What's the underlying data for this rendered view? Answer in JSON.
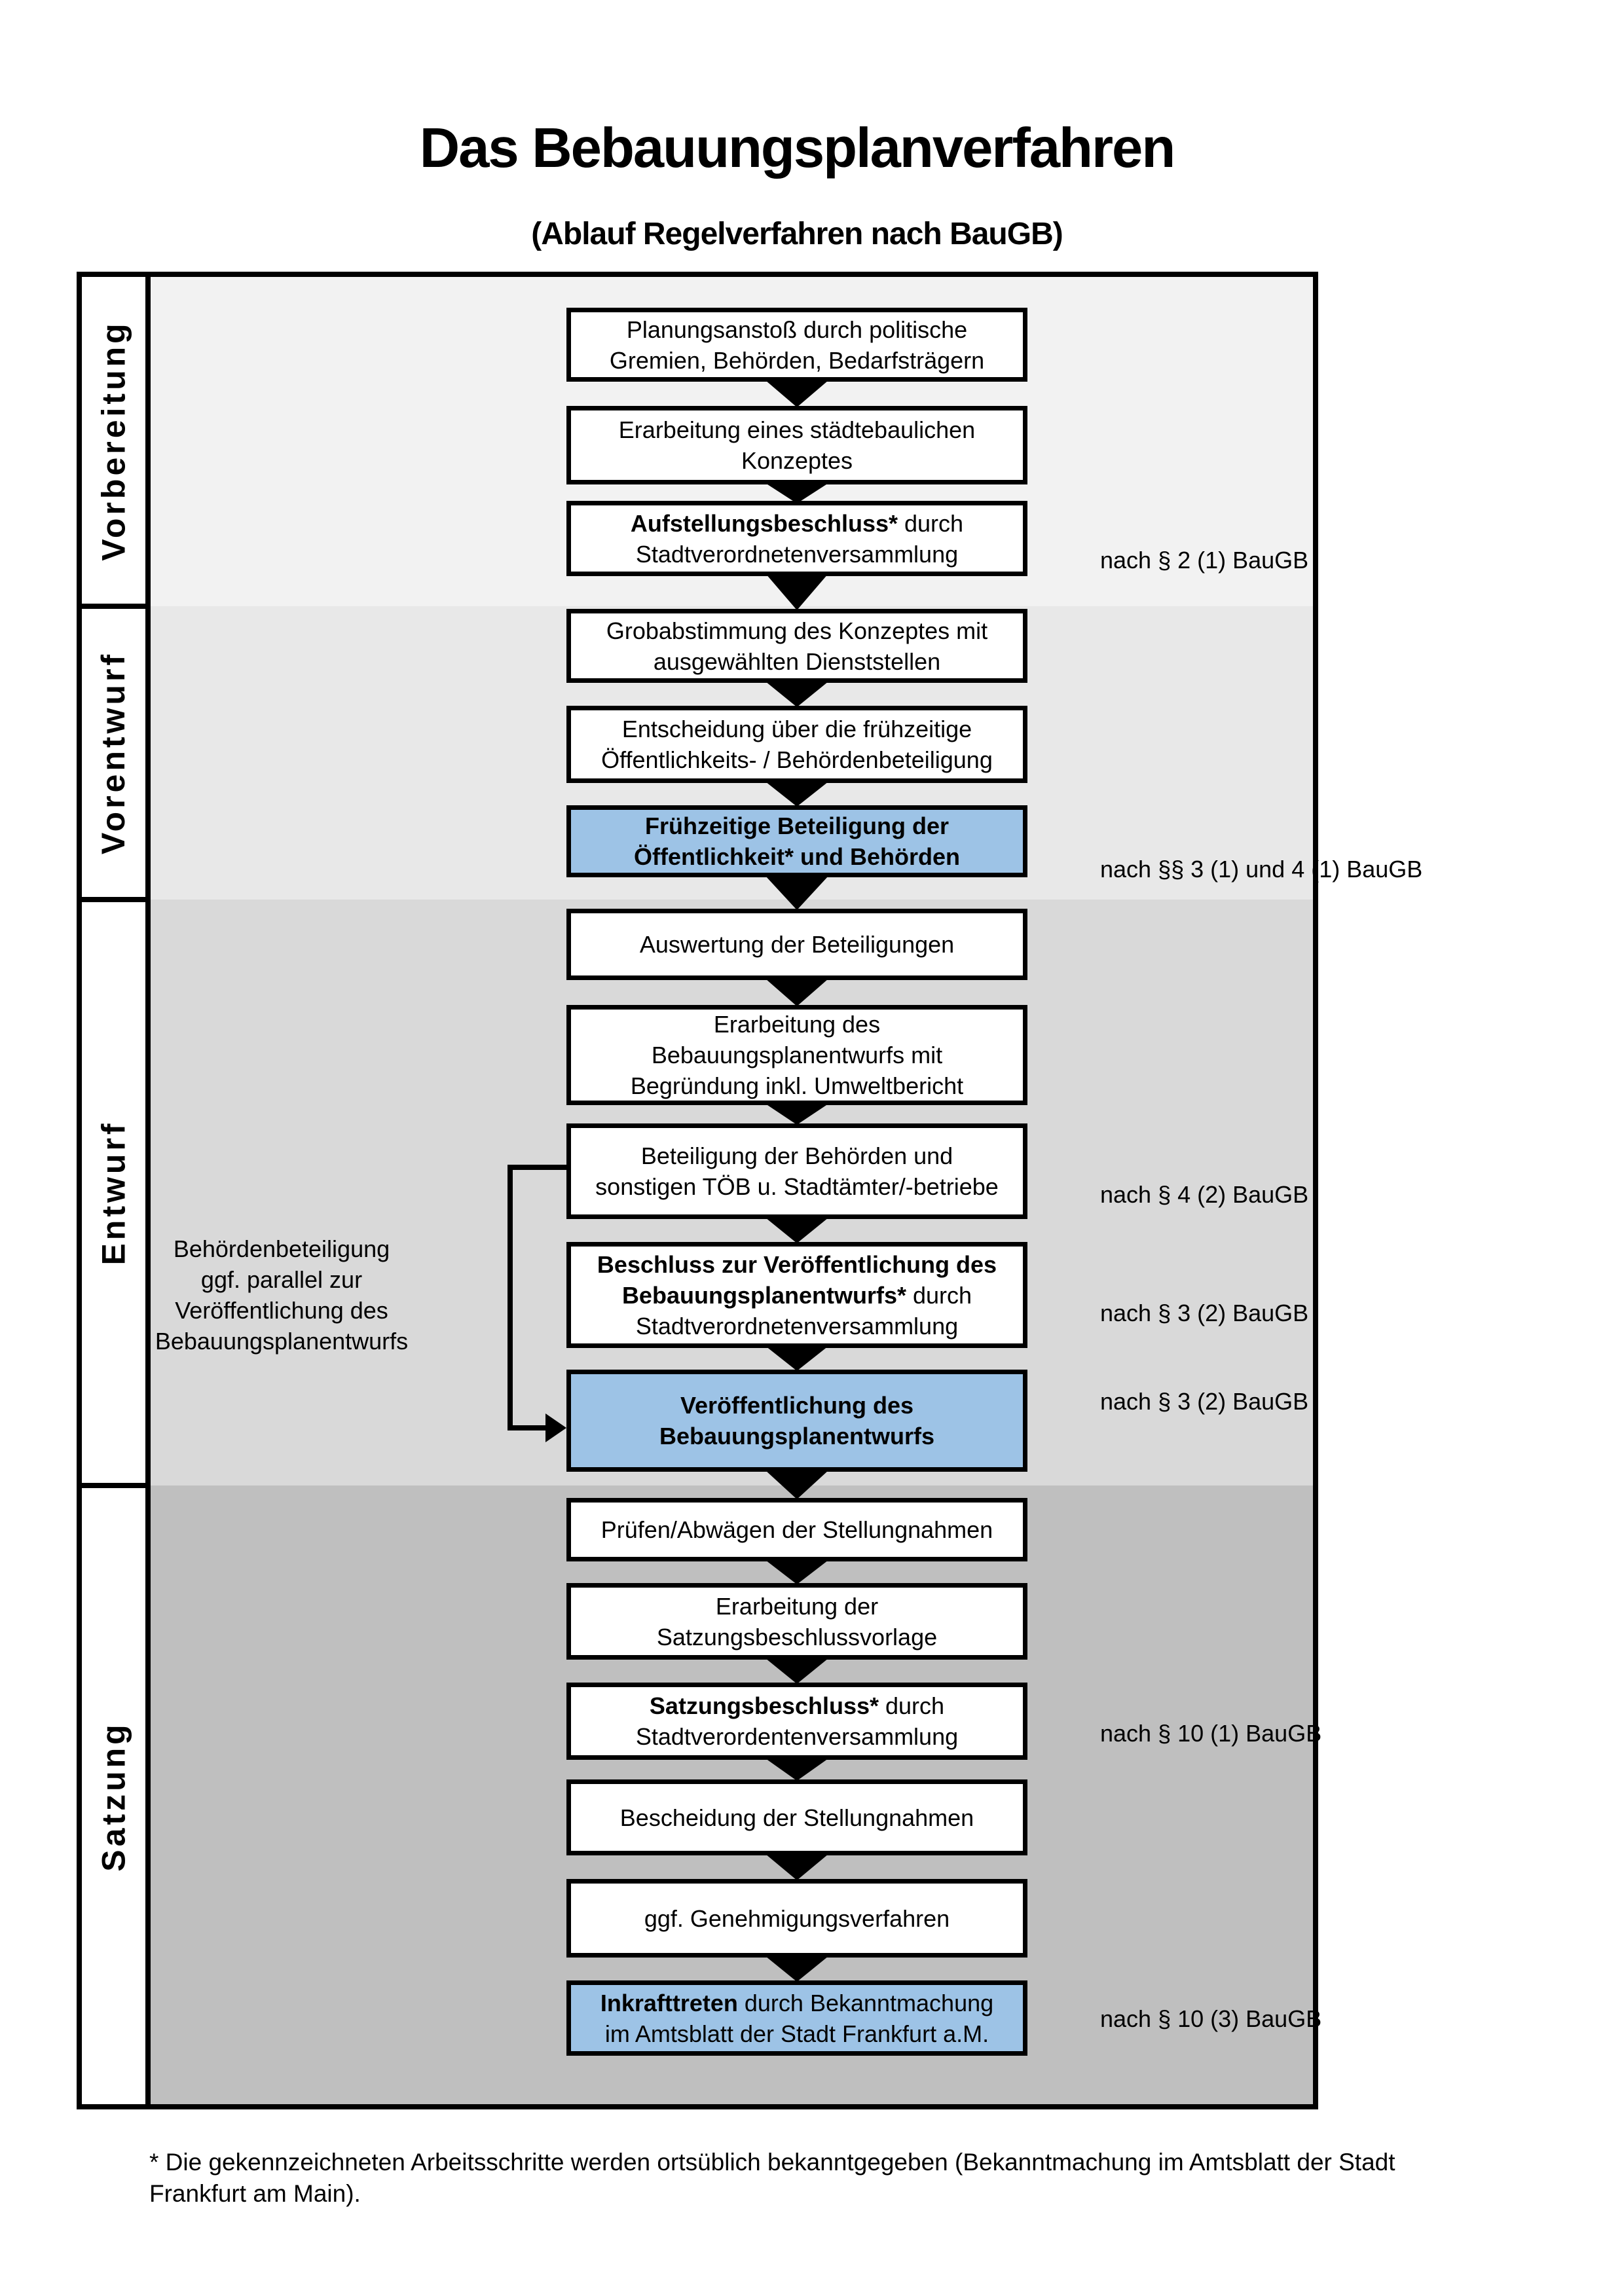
{
  "title": "Das Bebauungsplanverfahren",
  "subtitle": "(Ablauf Regelverfahren nach BauGB)",
  "colors": {
    "s1": "#F2F2F2",
    "s2": "#E8E8E8",
    "s3": "#D9D9D9",
    "s4": "#BFBFBF",
    "highlight": "#9DC3E6",
    "border": "#000000"
  },
  "sidebar": {
    "sections": [
      {
        "label": "Vorbereitung"
      },
      {
        "label": "Vorentwurf"
      },
      {
        "label": "Entwurf"
      },
      {
        "label": "Satzung"
      }
    ]
  },
  "boxes": [
    {
      "line1": "Planungsanstoß durch politische",
      "line2": "Gremien, Behörden, Bedarfsträgern"
    },
    {
      "line1": "Erarbeitung eines städtebaulichen",
      "line2": "Konzeptes"
    },
    {
      "bold1": "Aufstellungsbeschluss*",
      "reg1": " durch",
      "line2": "Stadtverordnetenversammlung"
    },
    {
      "line1": "Grobabstimmung des Konzeptes mit",
      "line2": "ausgewählten Dienststellen"
    },
    {
      "line1": "Entscheidung über die frühzeitige",
      "line2": "Öffentlichkeits- / Behördenbeteiligung"
    },
    {
      "highlight": true,
      "line1": "Frühzeitige Beteiligung der",
      "line2": "Öffentlichkeit* und Behörden"
    },
    {
      "line1": "Auswertung der Beteiligungen"
    },
    {
      "line1": "Erarbeitung des",
      "line2": "Bebauungsplanentwurfs mit",
      "line3": "Begründung inkl. Umweltbericht"
    },
    {
      "line1": "Beteiligung der Behörden und",
      "line2": "sonstigen TÖB u. Stadtämter/-betriebe"
    },
    {
      "bold1": "Beschluss zur Veröffentlichung des",
      "bold2": "Bebauungsplanentwurfs*",
      "reg2": " durch",
      "line3": "Stadtverordnetenversammlung"
    },
    {
      "highlight": true,
      "line1": "Veröffentlichung des",
      "line2": "Bebauungsplanentwurfs"
    },
    {
      "line1": "Prüfen/Abwägen der Stellungnahmen"
    },
    {
      "line1": "Erarbeitung der",
      "line2": "Satzungsbeschlussvorlage"
    },
    {
      "bold1": "Satzungsbeschluss*",
      "reg1": " durch",
      "line2": "Stadtverordentenversammlung"
    },
    {
      "line1": "Bescheidung der Stellungnahmen"
    },
    {
      "line1": "ggf. Genehmigungsverfahren"
    },
    {
      "highlight": true,
      "bold1": "Inkrafttreten",
      "reg1": " durch Bekanntmachung",
      "line2": "im Amtsblatt der Stadt Frankfurt a.M."
    }
  ],
  "legal_refs": [
    "nach § 2 (1) BauGB",
    "nach §§ 3 (1) und 4 (1) BauGB",
    "nach § 4 (2) BauGB",
    "nach § 3 (2) BauGB",
    "nach § 3 (2) BauGB",
    "nach § 10 (1) BauGB",
    "nach § 10 (3) BauGB"
  ],
  "side_note": {
    "lines": [
      "Behördenbeteiligung",
      "ggf. parallel zur",
      "Veröffentlichung des",
      "Bebauungsplanentwurfs"
    ]
  },
  "footer": {
    "line1": "* Die gekennzeichneten Arbeitsschritte werden ortsüblich bekanntgegeben (Bekanntmachung im Amtsblatt  der Stadt",
    "line2": "Frankfurt am Main)."
  }
}
